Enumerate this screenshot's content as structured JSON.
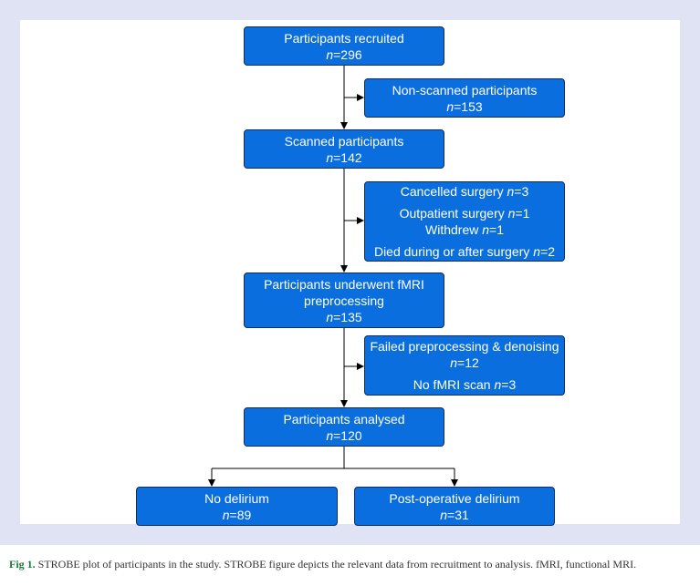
{
  "flow": {
    "recruited": {
      "title": "Participants recruited",
      "n_prefix": "n",
      "n_value": "=296"
    },
    "non_scanned": {
      "title": "Non-scanned participants",
      "n_prefix": "n",
      "n_value": "=153"
    },
    "scanned": {
      "title": "Scanned participants",
      "n_prefix": "n",
      "n_value": "=142"
    },
    "exclusions_1": {
      "cancelled": {
        "text": "Cancelled surgery ",
        "n_prefix": "n",
        "n_value": "=3"
      },
      "outpatient": {
        "text": "Outpatient surgery ",
        "n_prefix": "n",
        "n_value": "=1"
      },
      "withdrew": {
        "text": "Withdrew ",
        "n_prefix": "n",
        "n_value": "=1"
      },
      "died": {
        "text": "Died during or after surgery ",
        "n_prefix": "n",
        "n_value": "=2"
      }
    },
    "preprocessing": {
      "title_line1": "Participants underwent fMRI",
      "title_line2": "preprocessing",
      "n_prefix": "n",
      "n_value": "=135"
    },
    "exclusions_2": {
      "failed": {
        "text": "Failed preprocessing & denoising",
        "n_prefix": "n",
        "n_value": "=12"
      },
      "no_scan": {
        "text": "No fMRI scan ",
        "n_prefix": "n",
        "n_value": "=3"
      }
    },
    "analysed": {
      "title": "Participants analysed",
      "n_prefix": "n",
      "n_value": "=120"
    },
    "no_delirium": {
      "title": "No delirium",
      "n_prefix": "n",
      "n_value": "=89"
    },
    "delirium": {
      "title": "Post-operative delirium",
      "n_prefix": "n",
      "n_value": "=31"
    }
  },
  "caption": {
    "label": "Fig 1.",
    "text": " STROBE plot of participants in the study. STROBE figure depicts the relevant data from recruitment to analysis. fMRI, functional MRI."
  },
  "colors": {
    "box_fill": "#0a6ede",
    "box_border": "#0c2d66",
    "frame": "#dfe3f4",
    "caption_label": "#1a7a3c"
  }
}
